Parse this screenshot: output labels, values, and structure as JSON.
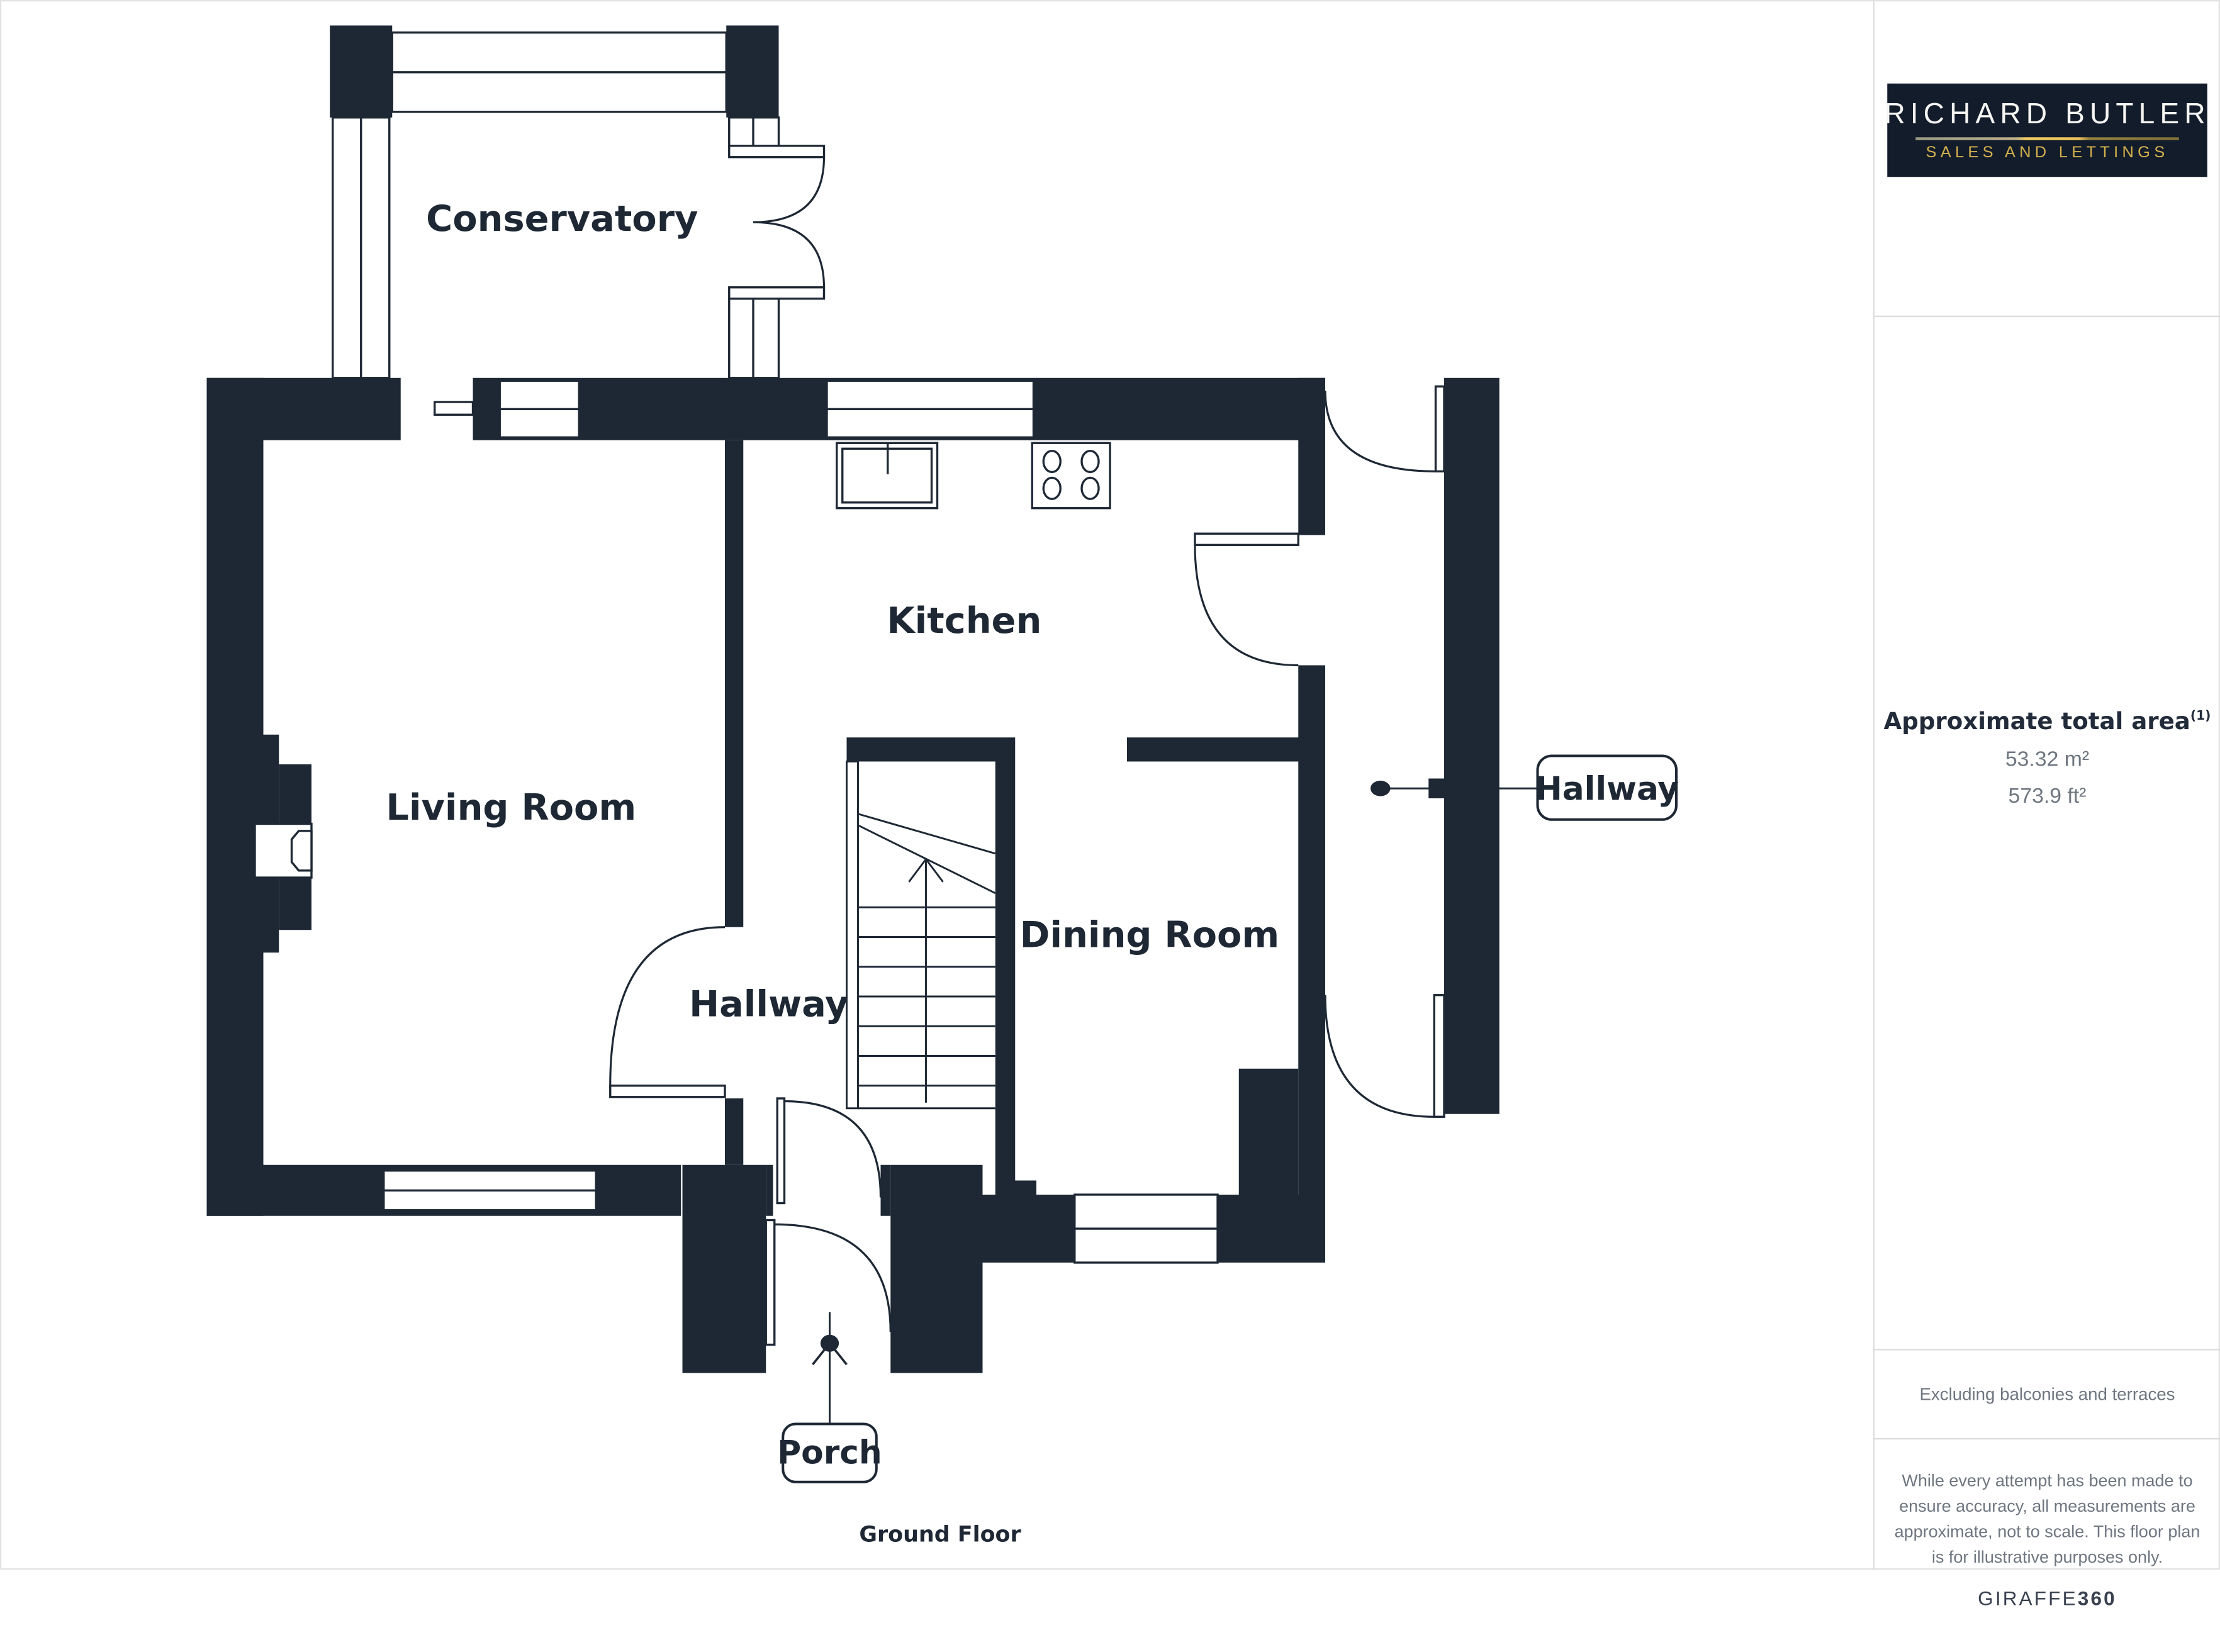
{
  "plan": {
    "labels": {
      "conservatory": "Conservatory",
      "kitchen": "Kitchen",
      "living_room": "Living Room",
      "dining_room": "Dining Room",
      "hallway_inner": "Hallway",
      "hallway_callout": "Hallway",
      "porch": "Porch",
      "floor": "Ground Floor"
    },
    "fixtures": [
      "sink-icon",
      "stove-icon",
      "stairs-icon",
      "fireplace-icon",
      "entrance-arrow-icon"
    ]
  },
  "sidebar": {
    "logo": {
      "line1": "RICHARD BUTLER",
      "line2": "SALES AND LETTINGS"
    },
    "area": {
      "title": "Approximate total area",
      "superscript": "(1)",
      "metric": "53.32 m²",
      "imperial": "573.9 ft²"
    },
    "note_excluding": "Excluding balconies and terraces",
    "disclaimer": "While every attempt has been made to ensure accuracy, all measurements are approximate, not to scale. This floor plan is for illustrative purposes only.",
    "brand": {
      "name": "GIRAFFE",
      "suffix": "360"
    }
  },
  "colors": {
    "wall": "#1E2835",
    "logo_background": "#131C2B",
    "logo_gold": "#D2B04C",
    "gray_text": "#6F7680",
    "divider": "#DCDCDC"
  }
}
